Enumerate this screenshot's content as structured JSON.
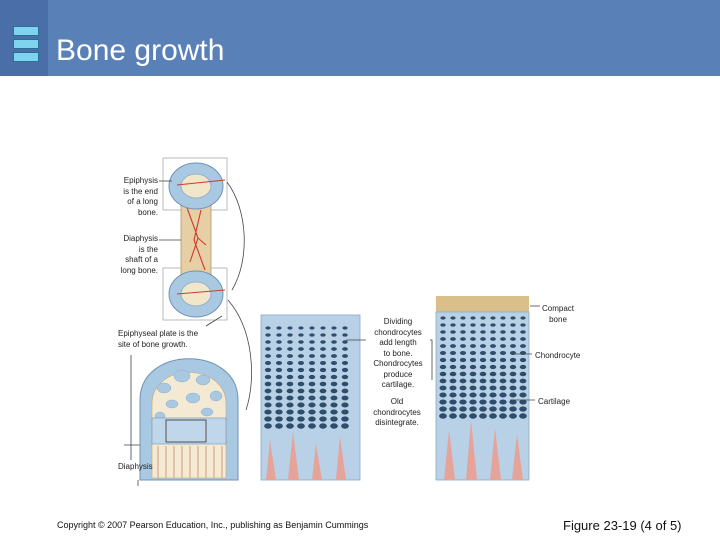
{
  "header": {
    "title": "Bone growth",
    "logo_icon": "stacked-bars-icon"
  },
  "labels": {
    "epiphysis": "Epiphysis\nis the end\nof a long\nbone.",
    "diaphysis": "Diaphysis\nis the\nshaft of a\nlong bone.",
    "epiphyseal_plate": "Epiphyseal plate is the\nsite of bone growth.",
    "diaphysis_short": "Diaphysis",
    "dividing": "Dividing\nchondrocytes\nadd length\nto bone.\nChondrocytes\nproduce\ncartilage.",
    "old": "Old\nchondrocytes\ndisintegrate.",
    "compact_bone": "Compact\nbone",
    "chondrocyte": "Chondrocyte",
    "cartilage": "Cartilage"
  },
  "footer": {
    "copyright": "Copyright © 2007 Pearson Education, Inc., publishing as Benjamin Cummings",
    "figure": "Figure 23-19 (4 of 5)"
  },
  "colors": {
    "header": "#5a80b8",
    "cartilage_blue": "#a9c8e2",
    "cell_dark": "#2e4d6b",
    "bone_tan": "#e3c99b",
    "marrow_pink": "#e6a39a",
    "compact_bone": "#d9bf8a"
  }
}
